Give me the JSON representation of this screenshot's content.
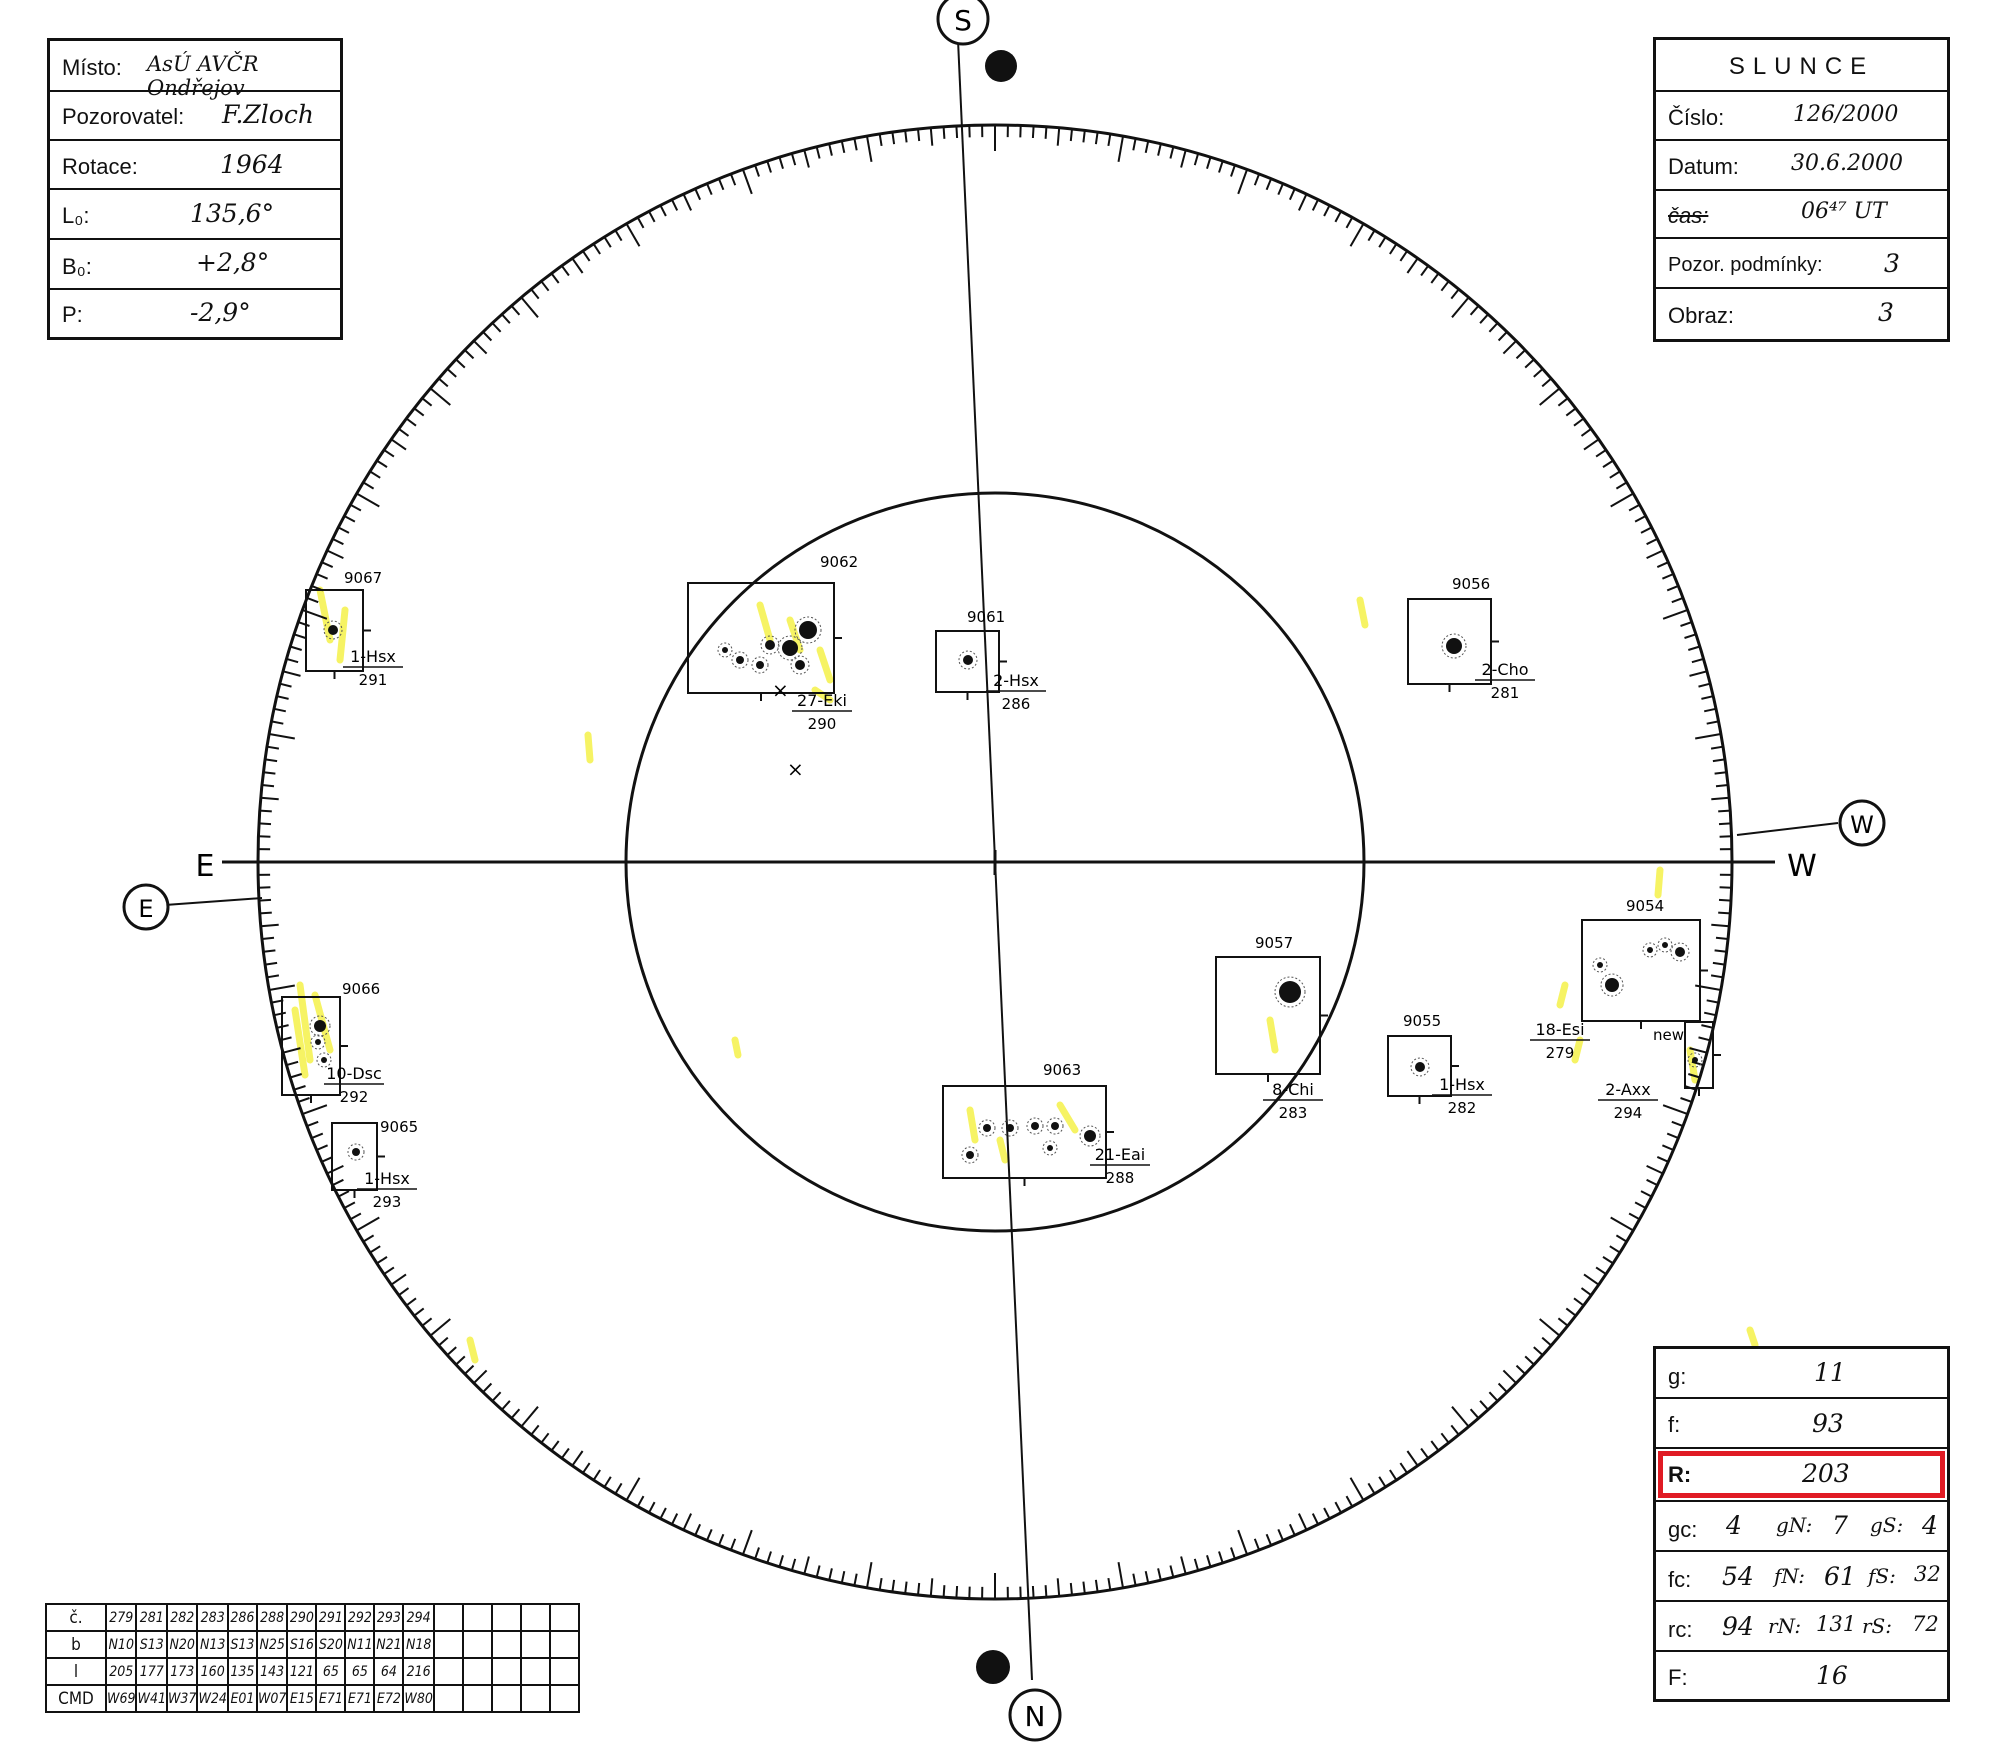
{
  "header_left": {
    "misto_label": "Místo:",
    "misto_value": "AsÚ AVČR Ondřejov",
    "pozorovatel_label": "Pozorovatel:",
    "pozorovatel_value": "F.Zloch",
    "rotace_label": "Rotace:",
    "rotace_value": "1964",
    "l0_label": "L₀:",
    "l0_value": "135,6°",
    "b0_label": "B₀:",
    "b0_value": "+2,8°",
    "p_label": "P:",
    "p_value": "-2,9°"
  },
  "header_right": {
    "title": "SLUNCE",
    "cislo_label": "Číslo:",
    "cislo_value": "126/2000",
    "datum_label": "Datum:",
    "datum_value": "30.6.2000",
    "cas_label": "čas:",
    "cas_value": "06⁴⁷ UT",
    "podminky_label": "Pozor. podmínky:",
    "podminky_value": "3",
    "obraz_label": "Obraz:",
    "obraz_value": "3"
  },
  "compass": {
    "south": "S",
    "north": "N",
    "east": "E",
    "west": "W"
  },
  "groups": [
    {
      "number": "9067",
      "type": "1-Hsx",
      "lon": "291"
    },
    {
      "number": "9062",
      "type": "27-Eki",
      "lon": "290"
    },
    {
      "number": "9061",
      "type": "2-Hsx",
      "lon": "286"
    },
    {
      "number": "9056",
      "type": "2-Cho",
      "lon": "281"
    },
    {
      "number": "9066",
      "type": "10-Dsc",
      "lon": "292"
    },
    {
      "number": "9065",
      "type": "1-Hsx",
      "lon": "293"
    },
    {
      "number": "9063",
      "type": "21-Eai",
      "lon": "288"
    },
    {
      "number": "9057",
      "type": "8-Chi",
      "lon": "283"
    },
    {
      "number": "9055",
      "type": "1-Hsx",
      "lon": "282"
    },
    {
      "number": "9054",
      "type": "18-Esi",
      "lon": "279"
    },
    {
      "number": "new",
      "type": "2-Axx",
      "lon": "294"
    }
  ],
  "stats": {
    "g_label": "g:",
    "g_value": "11",
    "f_label": "f:",
    "f_value": "93",
    "r_label": "R:",
    "r_value": "203",
    "gc_label": "gc:",
    "gc_value": "4",
    "gn_label": "gN:",
    "gn_value": "7",
    "gs_label": "gS:",
    "gs_value": "4",
    "fc_label": "fc:",
    "fc_value": "54",
    "fn_label": "fN:",
    "fn_value": "61",
    "fs_label": "fS:",
    "fs_value": "32",
    "rc_label": "rc:",
    "rc_value": "94",
    "rn_label": "rN:",
    "rn_value": "131",
    "rs_label": "rS:",
    "rs_value": "72",
    "F_label": "F:",
    "F_value": "16"
  },
  "coord_table": {
    "row_labels": [
      "č.",
      "b",
      "l",
      "CMD"
    ],
    "rows": [
      [
        "279",
        "281",
        "282",
        "283",
        "286",
        "288",
        "290",
        "291",
        "292",
        "293",
        "294",
        "",
        "",
        "",
        "",
        ""
      ],
      [
        "N10",
        "S13",
        "N20",
        "N13",
        "S13",
        "N25",
        "S16",
        "S20",
        "N11",
        "N21",
        "N18",
        "",
        "",
        "",
        "",
        ""
      ],
      [
        "205",
        "177",
        "173",
        "160",
        "135",
        "143",
        "121",
        "65",
        "65",
        "64",
        "216",
        "",
        "",
        "",
        "",
        ""
      ],
      [
        "W69",
        "W41",
        "W37",
        "W24",
        "E01",
        "W07",
        "E15",
        "E71",
        "E71",
        "E72",
        "W80",
        "",
        "",
        "",
        "",
        ""
      ]
    ]
  },
  "colors": {
    "ink": "#111111",
    "highlight_frame": "#e01b24",
    "marker": "#f5f24a"
  }
}
